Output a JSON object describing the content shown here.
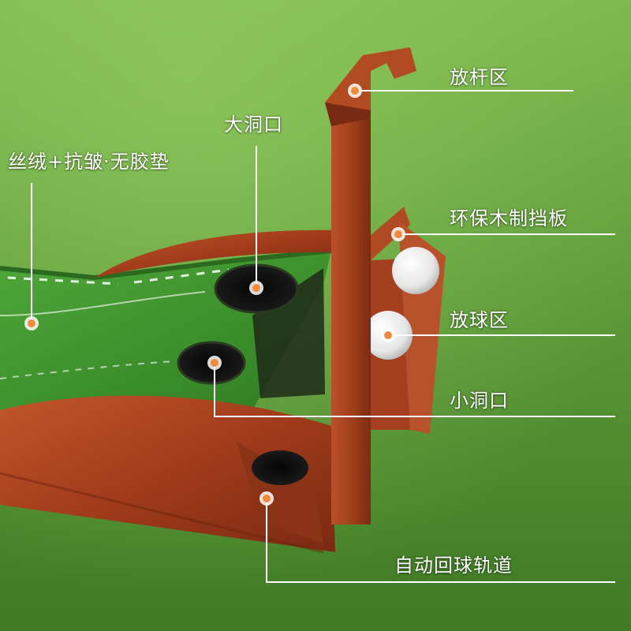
{
  "labels": {
    "club_rest": "放杆区",
    "big_hole": "大洞口",
    "mat": "丝绒+抗皱·无胶垫",
    "backboard": "环保木制挡板",
    "ball_area": "放球区",
    "small_hole": "小洞口",
    "return_track": "自动回球轨道"
  },
  "colors": {
    "grass": "#5a9a3a",
    "wood": "#a8401f",
    "wood_dark": "#6e2410",
    "felt": "#3f8f2e",
    "marker": "#f08a3c",
    "callout_line": "#ffffff"
  }
}
